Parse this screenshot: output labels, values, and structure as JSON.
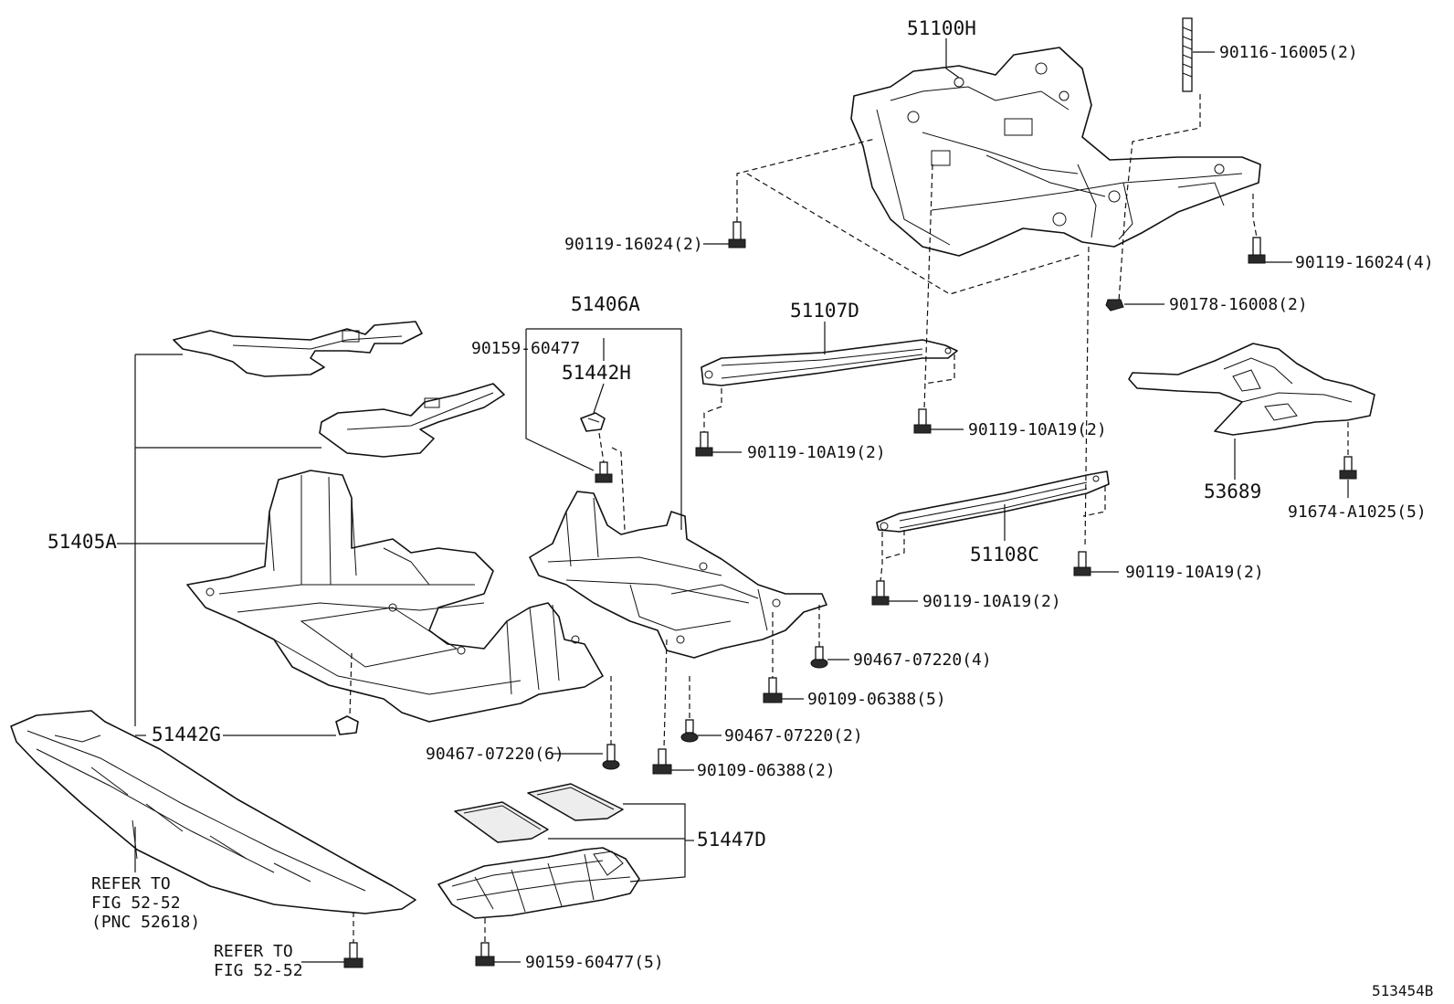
{
  "diagram": {
    "figure_id": "513454B",
    "callouts": {
      "c51100H": "51100H",
      "c90116_16005": "90116-16005(2)",
      "c90119_16024_l": "90119-16024(2)",
      "c90119_16024_r": "90119-16024(4)",
      "c90178_16008": "90178-16008(2)",
      "c51406A": "51406A",
      "c90159_60477_top": "90159-60477",
      "c51442H": "51442H",
      "c51107D": "51107D",
      "c90119_10A19_a": "90119-10A19(2)",
      "c90119_10A19_b": "90119-10A19(2)",
      "c53689": "53689",
      "c91674_A1025": "91674-A1025(5)",
      "c51405A": "51405A",
      "c51108C": "51108C",
      "c90119_10A19_c": "90119-10A19(2)",
      "c90119_10A19_d": "90119-10A19(2)",
      "c90467_07220_4": "90467-07220(4)",
      "c90109_06388_5": "90109-06388(5)",
      "c51442G": "51442G",
      "c90467_07220_2": "90467-07220(2)",
      "c90467_07220_6": "90467-07220(6)",
      "c90109_06388_2": "90109-06388(2)",
      "c51447D": "51447D",
      "c90159_60477_5": "90159-60477(5)"
    },
    "notes": {
      "refer1_line1": "REFER TO",
      "refer1_line2": "FIG 52-52",
      "refer1_line3": "(PNC 52618)",
      "refer2_line1": "REFER TO",
      "refer2_line2": "FIG 52-52"
    }
  }
}
